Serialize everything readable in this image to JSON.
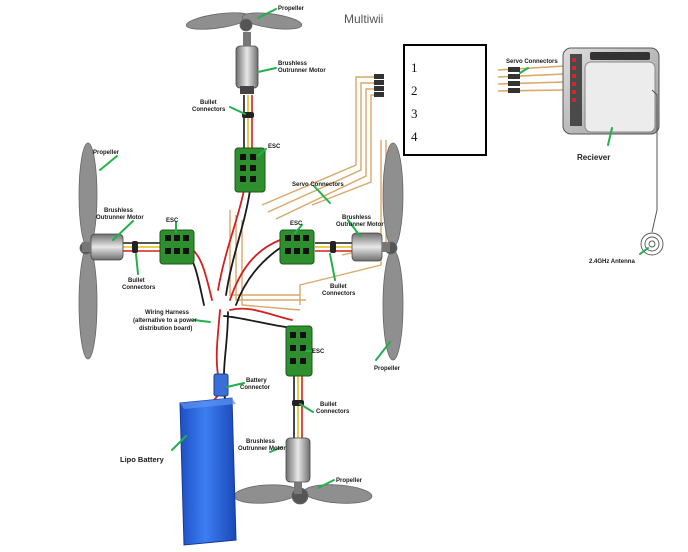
{
  "diagram": {
    "title": "Multiwii",
    "channel_box": {
      "channels": [
        "1",
        "2",
        "3",
        "4"
      ]
    },
    "labels": {
      "propeller": "Propeller",
      "brushless_outrunner_motor_l1": "Brushless",
      "brushless_outrunner_motor_l2": "Outrunner Motor",
      "bullet_connectors_l1": "Bullet",
      "bullet_connectors_l2": "Connectors",
      "esc": "ESC",
      "servo_connectors": "Servo Connectors",
      "wiring_harness_l1": "Wiring Harness",
      "wiring_harness_l2": "(alternative to a power",
      "wiring_harness_l3": "distribution board)",
      "battery_connector_l1": "Battery",
      "battery_connector_l2": "Connector",
      "lipo_battery": "Lipo Battery",
      "receiver": "Reciever",
      "antenna": "2.4GHz Antenna"
    },
    "colors": {
      "wire_red": "#d42020",
      "wire_black": "#1a1a1a",
      "wire_yellow": "#e6c010",
      "servo_wire": "#d9a86a",
      "esc_green": "#2f8f2f",
      "battery_blue": "#2a66e0",
      "propeller_gray": "#8f8f8f",
      "pointer_green": "#22b14c"
    }
  }
}
